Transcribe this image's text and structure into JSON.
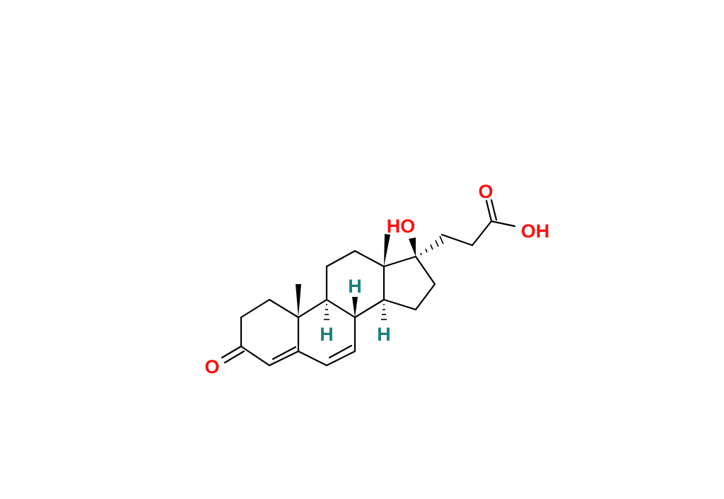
{
  "molecule": {
    "labels": {
      "ketone_o": "O",
      "hydroxyl_17": "HO",
      "acid_carbonyl_o": "O",
      "acid_oh": "OH",
      "h9": "H",
      "h8": "H",
      "h14": "H"
    },
    "colors": {
      "oxygen": "#ff0d0d",
      "hydrogen": "#1a8080",
      "bond": "#000000"
    }
  }
}
